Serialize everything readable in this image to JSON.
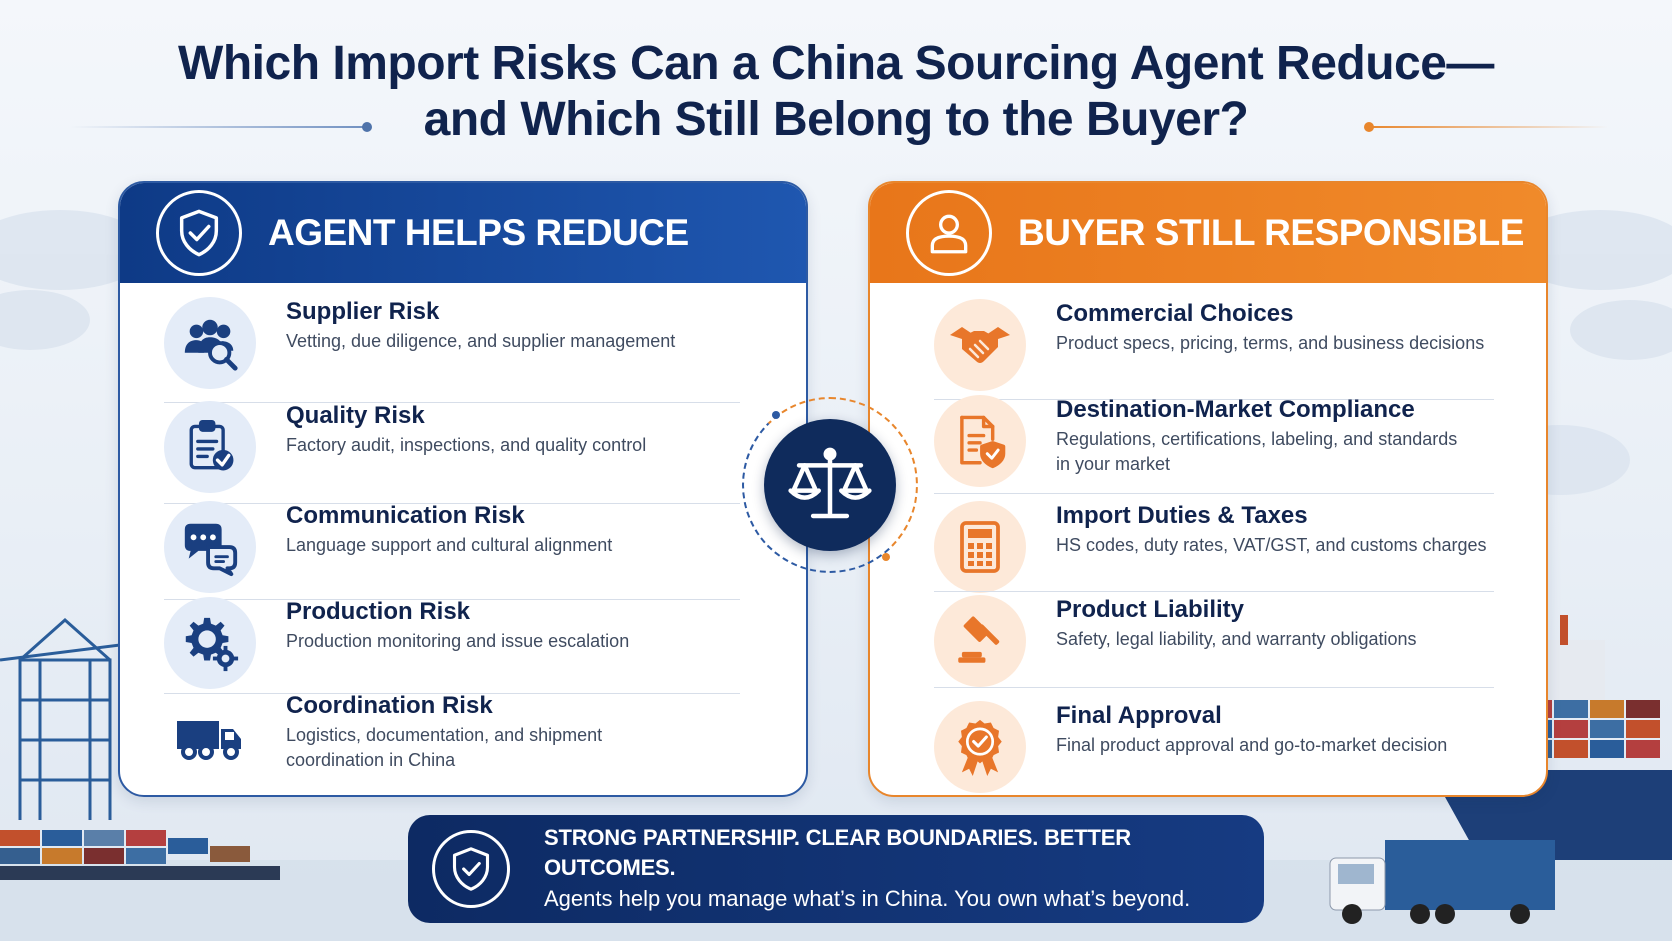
{
  "title": {
    "line1": "Which Import Risks Can a China Sourcing Agent Reduce—",
    "line2": "and Which Still Belong to the Buyer?"
  },
  "left_panel": {
    "heading": "AGENT HELPS REDUCE",
    "icon": "shield-check-icon",
    "items": [
      {
        "title": "Supplier Risk",
        "desc": [
          "Vetting, due diligence, and supplier management"
        ],
        "icon": "people-search-icon"
      },
      {
        "title": "Quality Risk",
        "desc": [
          "Factory audit, inspections, and quality control"
        ],
        "icon": "clipboard-check-icon"
      },
      {
        "title": "Communication Risk",
        "desc": [
          "Language support and cultural alignment"
        ],
        "icon": "chat-bubbles-icon"
      },
      {
        "title": "Production Risk",
        "desc": [
          "Production monitoring and issue escalation"
        ],
        "icon": "gears-icon"
      },
      {
        "title": "Coordination Risk",
        "desc": [
          "Logistics, documentation, and shipment",
          "coordination in China"
        ],
        "icon": "truck-icon"
      }
    ]
  },
  "right_panel": {
    "heading": "BUYER STILL RESPONSIBLE",
    "icon": "person-icon",
    "items": [
      {
        "title": "Commercial Choices",
        "desc": [
          "Product specs, pricing, terms, and business decisions"
        ],
        "icon": "handshake-icon"
      },
      {
        "title": "Destination-Market Compliance",
        "desc": [
          "Regulations, certifications, labeling, and standards",
          "in your market"
        ],
        "icon": "document-shield-icon"
      },
      {
        "title": "Import Duties & Taxes",
        "desc": [
          "HS codes, duty rates, VAT/GST, and customs charges"
        ],
        "icon": "calculator-icon"
      },
      {
        "title": "Product Liability",
        "desc": [
          "Safety, legal liability, and warranty obligations"
        ],
        "icon": "gavel-icon"
      },
      {
        "title": "Final Approval",
        "desc": [
          "Final product approval and go-to-market decision"
        ],
        "icon": "approval-badge-icon"
      }
    ]
  },
  "center": {
    "icon": "balance-scale-icon"
  },
  "banner": {
    "headline": "STRONG PARTNERSHIP. CLEAR BOUNDARIES. BETTER OUTCOMES.",
    "subline": "Agents help you manage what’s in China. You own what’s beyond.",
    "icon": "shield-check-icon"
  },
  "colors": {
    "navy": "#10234d",
    "blue": "#1f57b0",
    "orange": "#e8862c",
    "text_gray": "#3f4b60"
  }
}
